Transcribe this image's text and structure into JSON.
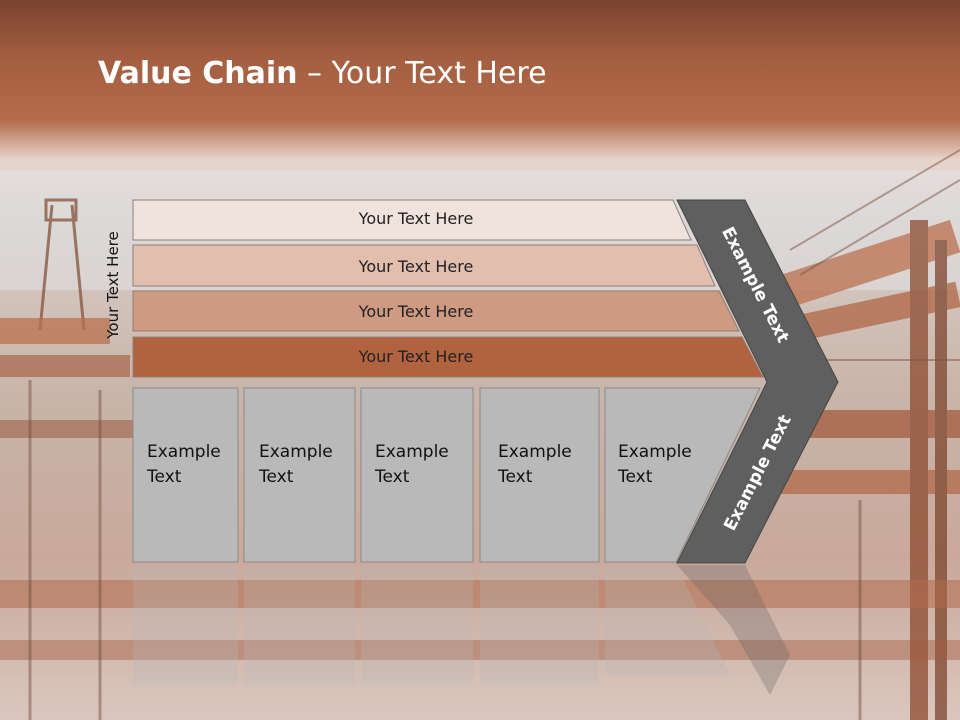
{
  "title": {
    "bold": "Value Chain",
    "rest": " – Your Text Here"
  },
  "side_label": "Your Text Here",
  "bands": [
    {
      "label": "Your Text Here",
      "color": "#f0e2dc"
    },
    {
      "label": "Your Text Here",
      "color": "#e2beae"
    },
    {
      "label": "Your Text Here",
      "color": "#cf9a82"
    },
    {
      "label": "Your Text Here",
      "color": "#b1623f"
    }
  ],
  "boxes": [
    {
      "label": "Example\nText"
    },
    {
      "label": "Example\nText"
    },
    {
      "label": "Example\nText"
    },
    {
      "label": "Example\nText"
    },
    {
      "label": "Example\nText"
    }
  ],
  "chevron": {
    "upper_label": "Example Text",
    "lower_label": "Example Text",
    "color": "#5f5f5f"
  },
  "colors": {
    "box_fill": "#b9b9b9",
    "box_stroke": "#8a8a8a"
  }
}
